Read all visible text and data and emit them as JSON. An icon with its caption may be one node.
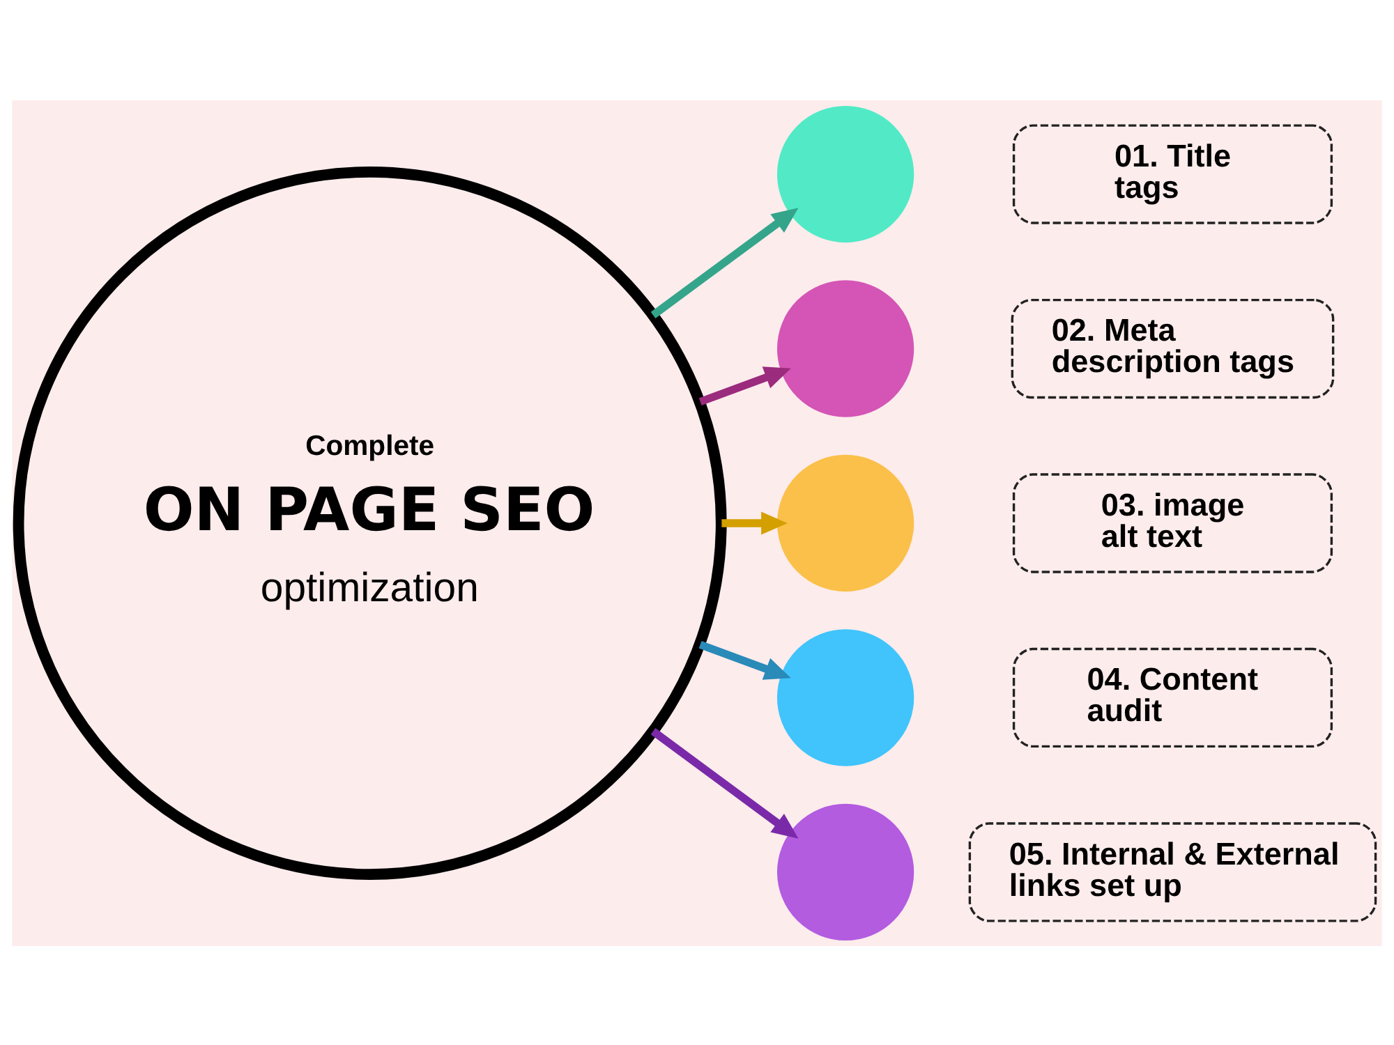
{
  "diagram": {
    "nodes": [
      {
        "text": [
          "Complete",
          "ON PAGE SEO",
          "optimization"
        ]
      },
      {
        "text": [],
        "shape": "circle"
      },
      {
        "text": [
          "01. Title tags"
        ]
      },
      {
        "text": [],
        "shape": "circle"
      },
      {
        "text": [
          "02. Meta description tags"
        ]
      },
      {
        "text": [],
        "shape": "circle"
      },
      {
        "text": [
          "03. image alt text"
        ]
      },
      {
        "text": [],
        "shape": "circle"
      },
      {
        "text": [
          "04. Content audit"
        ]
      },
      {
        "text": [],
        "shape": "circle"
      },
      {
        "text": [
          "05. Internal & External links set up"
        ]
      }
    ],
    "edges": [
      {
        "from": 0,
        "to": 1,
        "arrow": "to",
        "color": "#34a58a"
      },
      {
        "from": 0,
        "to": 3,
        "arrow": "to",
        "color": "#9b2b7d"
      },
      {
        "from": 0,
        "to": 5,
        "arrow": "to",
        "color": "#d4a000"
      },
      {
        "from": 0,
        "to": 7,
        "arrow": "to",
        "color": "#2a8ab8"
      },
      {
        "from": 0,
        "to": 9,
        "arrow": "to",
        "color": "#7a2aa8"
      }
    ]
  }
}
